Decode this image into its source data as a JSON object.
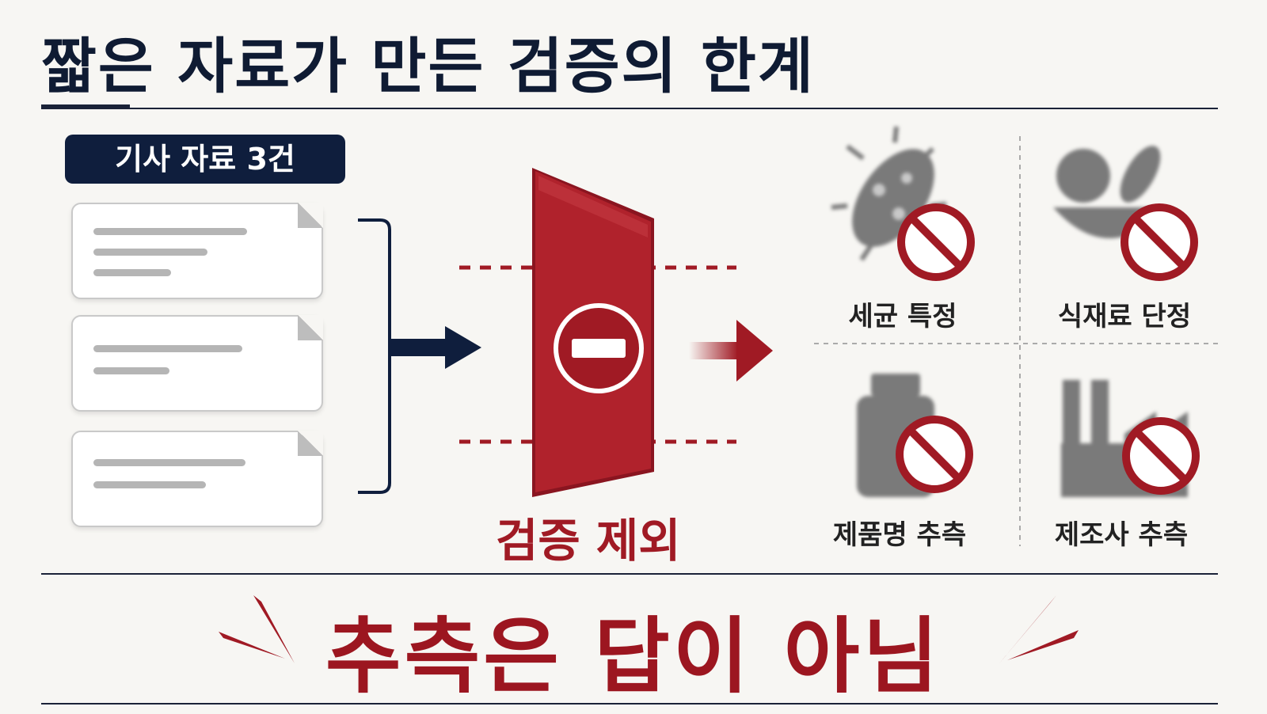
{
  "title": "짧은 자료가 만든 검증의 한계",
  "source_badge": "기사 자료 3건",
  "gate": {
    "label": "검증 제외",
    "icon": "no-entry-icon"
  },
  "categories": [
    {
      "label": "세균 특정",
      "icon": "bacteria-icon"
    },
    {
      "label": "식재료 단정",
      "icon": "food-bowl-icon"
    },
    {
      "label": "제품명 추측",
      "icon": "bottle-icon"
    },
    {
      "label": "제조사 추측",
      "icon": "factory-icon"
    }
  ],
  "conclusion": "추측은 답이 아님",
  "colors": {
    "navy": "#0f1e3d",
    "red": "#a01a24",
    "background": "#f7f6f3",
    "gray": "#b5b5b5"
  }
}
